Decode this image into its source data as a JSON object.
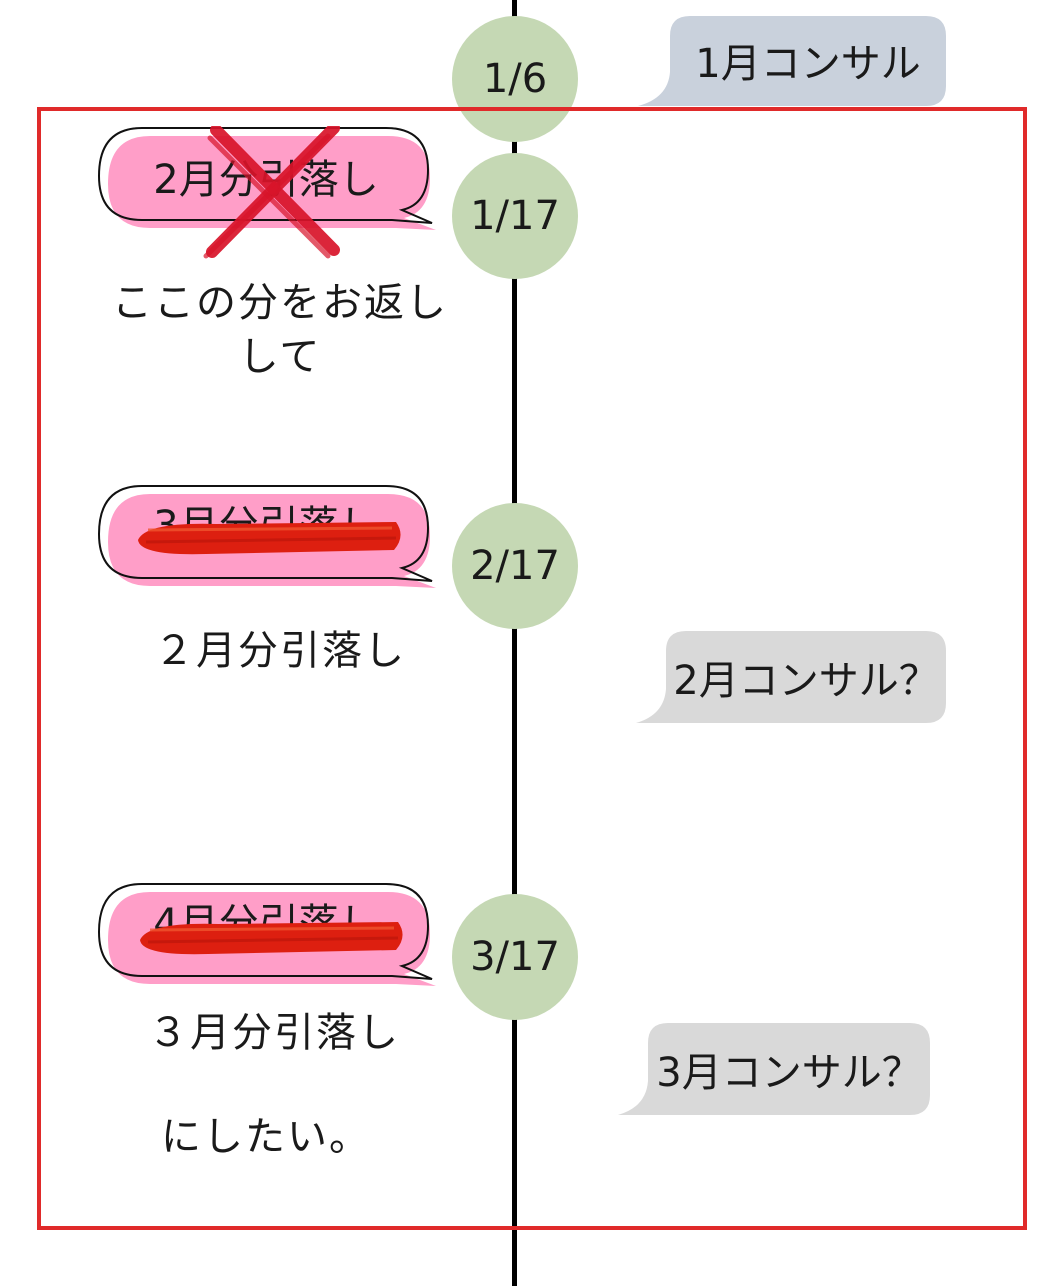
{
  "timeline": {
    "dates": [
      "1/6",
      "1/17",
      "2/17",
      "3/17"
    ]
  },
  "right_bubbles": [
    {
      "text": "1月コンサル",
      "color": "#c9d1dc"
    },
    {
      "text": "2月コンサル？",
      "color": "#d9d9d9"
    },
    {
      "text": "3月コンサル？",
      "color": "#d9d9d9"
    }
  ],
  "pink_bubbles": [
    {
      "text": "2月分引落し",
      "mark": "x-cross"
    },
    {
      "text": "3月分引落し",
      "mark": "strike"
    },
    {
      "text": "4月分引落し",
      "mark": "strike"
    }
  ],
  "captions": {
    "first_line1": "ここの分をお返し",
    "first_line2": "して",
    "second": "２月分引落し",
    "third_line1": "３月分引落し",
    "third_line2": "にしたい。"
  },
  "colors": {
    "pink": "#ff9ec8",
    "date_circle": "#c5d8b4",
    "frame": "#e02a2a",
    "strike": "#dd1f10"
  }
}
